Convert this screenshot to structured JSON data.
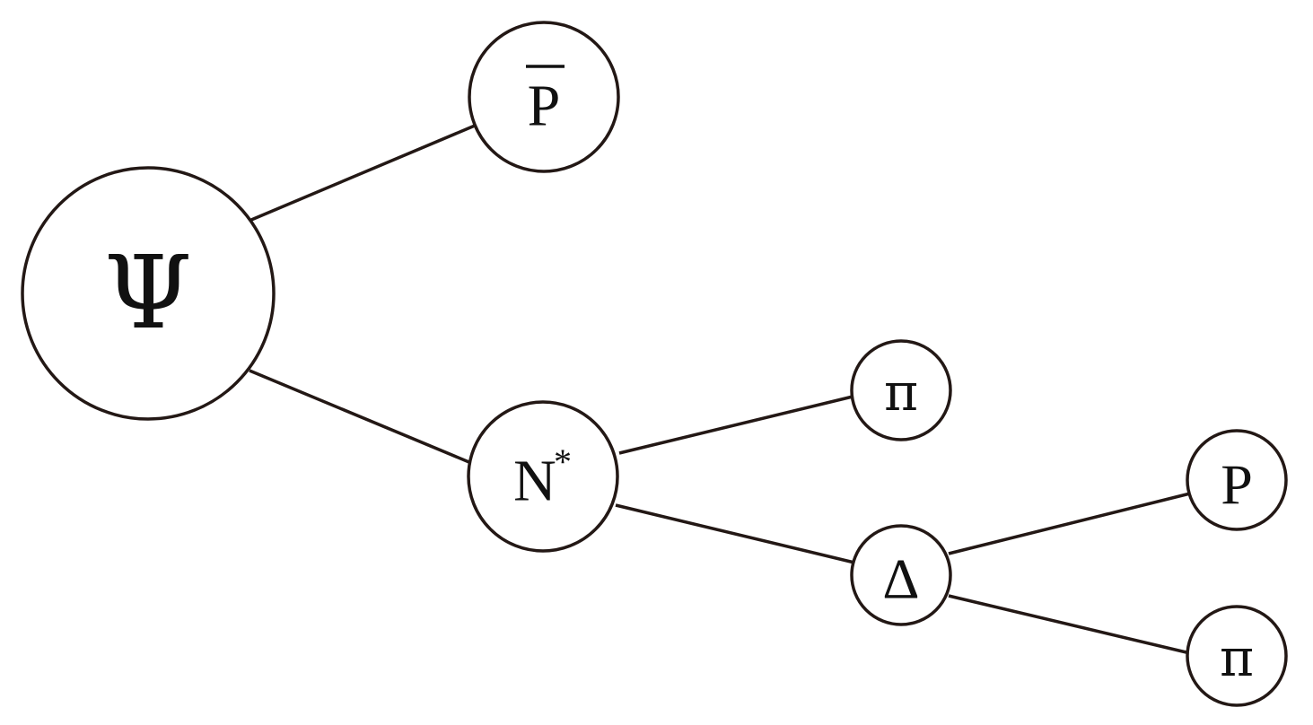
{
  "nodes": {
    "psi": {
      "label": "Ψ"
    },
    "pbar": {
      "label": "P"
    },
    "nstar": {
      "label": "N",
      "superscript": "*"
    },
    "pi_upper": {
      "label": "π"
    },
    "delta": {
      "label": "Δ"
    },
    "p": {
      "label": "P"
    },
    "pi_lower": {
      "label": "π"
    }
  },
  "edges": [
    {
      "from": "psi",
      "to": "pbar"
    },
    {
      "from": "psi",
      "to": "nstar"
    },
    {
      "from": "nstar",
      "to": "pi_upper"
    },
    {
      "from": "nstar",
      "to": "delta"
    },
    {
      "from": "delta",
      "to": "p"
    },
    {
      "from": "delta",
      "to": "pi_lower"
    }
  ],
  "colors": {
    "stroke": "#231815",
    "text": "#111111",
    "background": "#ffffff"
  }
}
